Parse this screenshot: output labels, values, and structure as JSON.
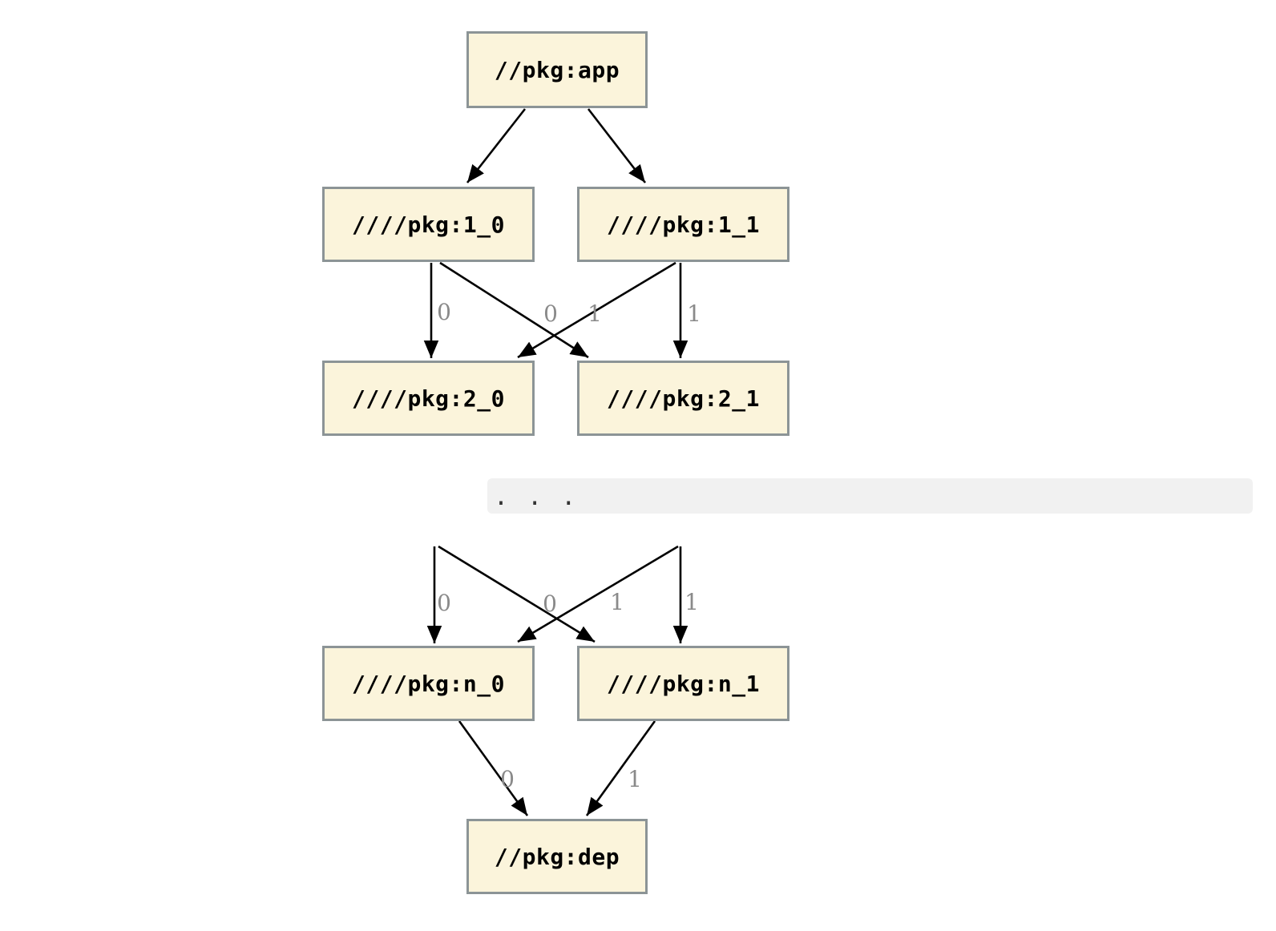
{
  "colors": {
    "node_fill": "#FBF4DB",
    "node_border": "#8C9496",
    "node_text": "#000000",
    "edge_color": "#000000",
    "edge_label": "#8A8A8A",
    "band_bg": "#F1F1F1",
    "dots_color": "#333333"
  },
  "nodes": {
    "app": {
      "label": "//pkg:app"
    },
    "l1_0": {
      "label": "////pkg:1_0"
    },
    "l1_1": {
      "label": "////pkg:1_1"
    },
    "l2_0": {
      "label": "////pkg:2_0"
    },
    "l2_1": {
      "label": "////pkg:2_1"
    },
    "ln_0": {
      "label": "////pkg:n_0"
    },
    "ln_1": {
      "label": "////pkg:n_1"
    },
    "dep": {
      "label": "//pkg:dep"
    }
  },
  "ellipsis": ". . .",
  "edge_labels": {
    "u0": "0",
    "u1": "0",
    "u2": "1",
    "u3": "1",
    "m0": "0",
    "m1": "0",
    "m2": "1",
    "m3": "1",
    "b0": "0",
    "b1": "1"
  },
  "edges": [
    {
      "from": "//pkg:app",
      "to": "////pkg:1_0",
      "label": ""
    },
    {
      "from": "//pkg:app",
      "to": "////pkg:1_1",
      "label": ""
    },
    {
      "from": "////pkg:1_0",
      "to": "////pkg:2_0",
      "label": "0"
    },
    {
      "from": "////pkg:1_0",
      "to": "////pkg:2_1",
      "label": "1"
    },
    {
      "from": "////pkg:1_1",
      "to": "////pkg:2_0",
      "label": "0"
    },
    {
      "from": "////pkg:1_1",
      "to": "////pkg:2_1",
      "label": "1"
    },
    {
      "from": "...",
      "to": "////pkg:n_0",
      "label": "0"
    },
    {
      "from": "...",
      "to": "////pkg:n_1",
      "label": "1"
    },
    {
      "from": "////pkg:n_0",
      "to": "//pkg:dep",
      "label": "0"
    },
    {
      "from": "////pkg:n_1",
      "to": "//pkg:dep",
      "label": "1"
    }
  ]
}
